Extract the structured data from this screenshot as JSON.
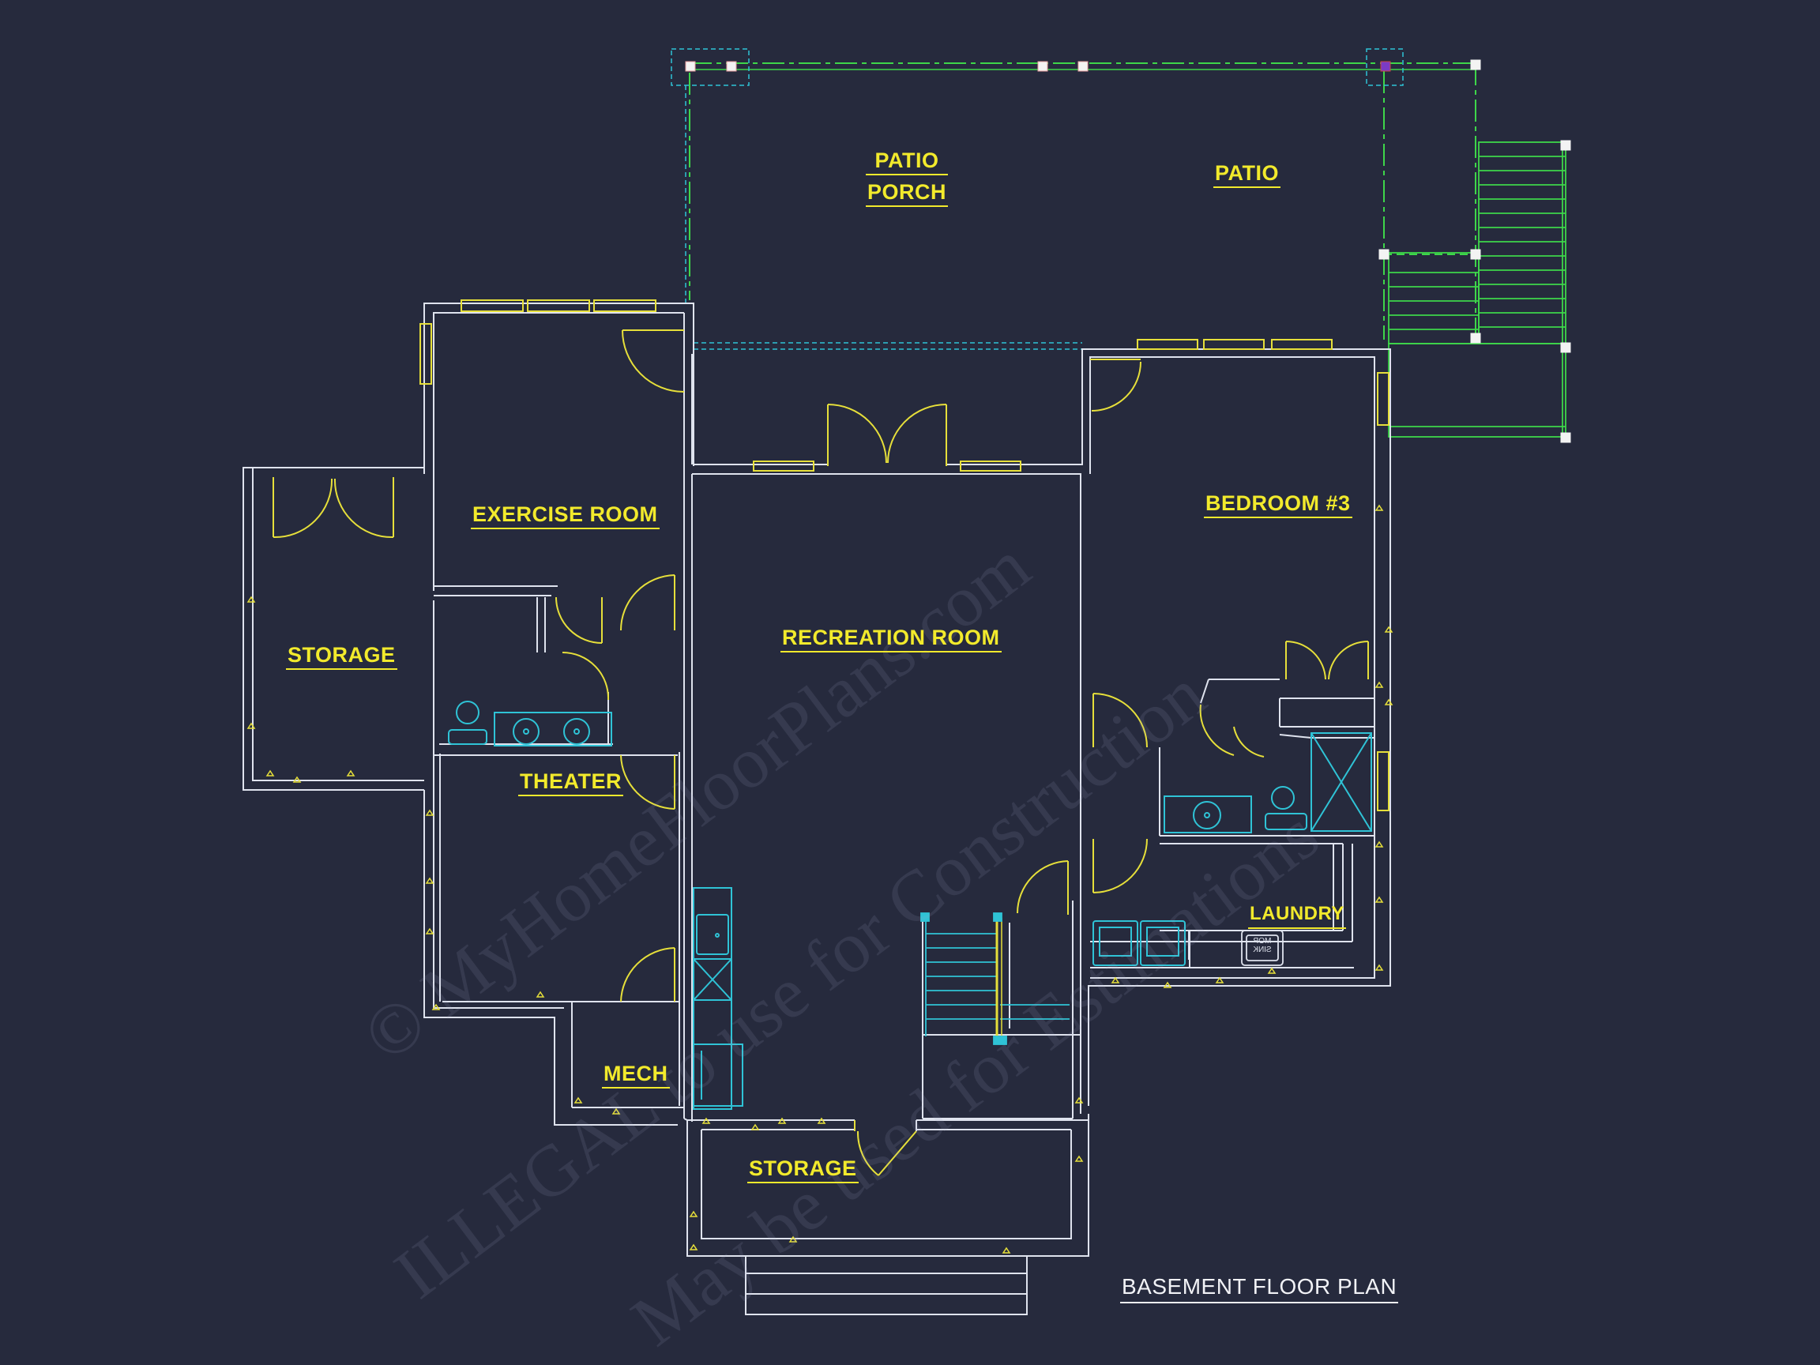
{
  "colors": {
    "background": "#262a3d",
    "wall": "#dfe3ee",
    "label": "#f2ea2c",
    "door": "#e6df3a",
    "fixture": "#2fc3d6",
    "porch_green": "#3ed64a",
    "watermark": "rgba(160,170,200,0.13)"
  },
  "rooms": {
    "patio_porch": [
      "PATIO",
      "PORCH"
    ],
    "patio": "PATIO",
    "exercise_room": "EXERCISE ROOM",
    "bedroom_3": "BEDROOM #3",
    "storage_left": "STORAGE",
    "recreation_room": "RECREATION ROOM",
    "theater": "THEATER",
    "laundry": "LAUNDRY",
    "mech": "MECH",
    "storage_bottom": "STORAGE"
  },
  "fixtures": {
    "mop_sink": "MOP SINK"
  },
  "plan_title": "BASEMENT FLOOR PLAN",
  "watermark": {
    "line1": "© MyHomeFloorPlans.com",
    "line2": "ILLEGAL to use for Construction",
    "line3": "May be used for Estimations"
  }
}
